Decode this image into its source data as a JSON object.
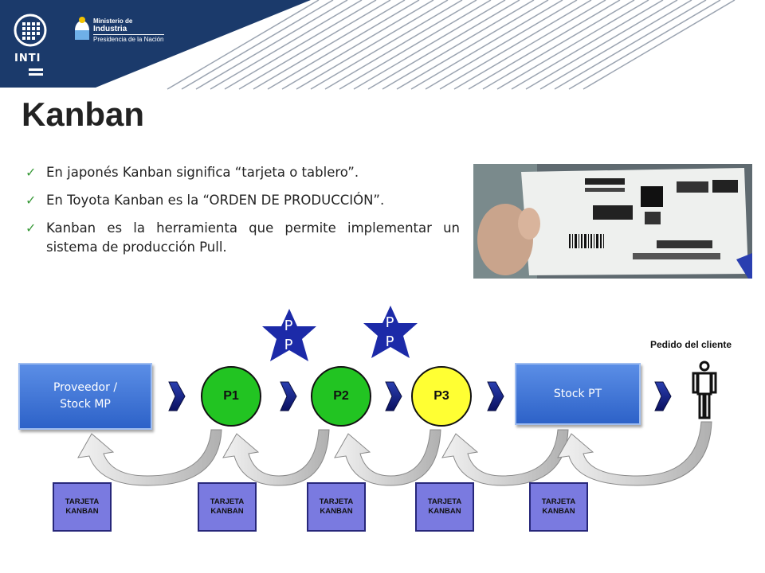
{
  "header": {
    "inti_label": "INTI",
    "ministry_line1": "Ministerio de",
    "ministry_line2": "Industria",
    "ministry_line3": "Presidencia de la Nación"
  },
  "title": "Kanban",
  "bullets": [
    "En japonés Kanban significa “tarjeta o tablero”.",
    "En Toyota Kanban es la “ORDEN DE PRODUCCIÓN”.",
    "Kanban es la herramienta que permite implementar un sistema de producción Pull."
  ],
  "flow": {
    "supplier_label": "Proveedor / Stock MP",
    "processes": [
      "P1",
      "P2",
      "P3"
    ],
    "stock_label": "Stock PT",
    "customer_label": "Pedido del cliente",
    "star_label": "P P",
    "card_label": "TARJETA KANBAN",
    "card_count": 5
  },
  "colors": {
    "header_navy": "#1b3a6b",
    "box_blue": "#3a6fd3",
    "process_green": "#22c422",
    "process_yellow": "#ffff33",
    "card_purple": "#7a7ae0",
    "star_blue": "#1c2aa8",
    "check_green": "#3a9a3a"
  }
}
